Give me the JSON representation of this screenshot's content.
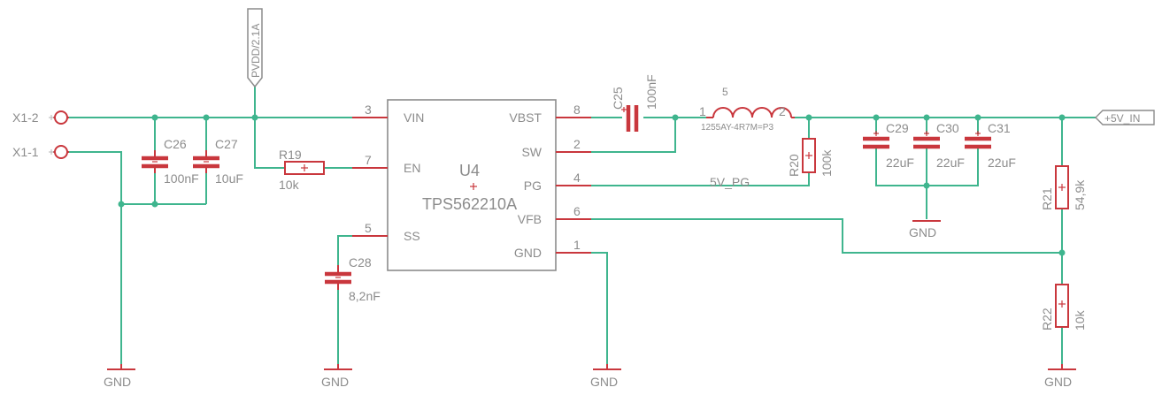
{
  "connector": {
    "pin2": "X1-2",
    "pin1": "X1-1"
  },
  "supply_label": "PVDD/2.1A",
  "output_label": "+5V_IN",
  "gnd_label": "GND",
  "ic": {
    "name": "U4",
    "value": "TPS562210A",
    "pins": [
      {
        "num": "3",
        "name": "VIN"
      },
      {
        "num": "7",
        "name": "EN"
      },
      {
        "num": "5",
        "name": "SS"
      },
      {
        "num": "8",
        "name": "VBST"
      },
      {
        "num": "2",
        "name": "SW"
      },
      {
        "num": "4",
        "name": "PG"
      },
      {
        "num": "6",
        "name": "VFB"
      },
      {
        "num": "1",
        "name": "GND"
      }
    ]
  },
  "components": {
    "C26": {
      "name": "C26",
      "value": "100nF"
    },
    "C27": {
      "name": "C27",
      "value": "10uF"
    },
    "R19": {
      "name": "R19",
      "value": "10k"
    },
    "C28": {
      "name": "C28",
      "value": "8,2nF"
    },
    "C25": {
      "name": "C25",
      "value": "100nF"
    },
    "L5": {
      "name": "5",
      "value": "1255AY-4R7M=P3",
      "pin1": "1",
      "pin2": "2"
    },
    "R20": {
      "name": "R20",
      "value": "100k"
    },
    "C29": {
      "name": "C29",
      "value": "22uF"
    },
    "C30": {
      "name": "C30",
      "value": "22uF"
    },
    "C31": {
      "name": "C31",
      "value": "22uF"
    },
    "R21": {
      "name": "R21",
      "value": "54,9k"
    },
    "R22": {
      "name": "R22",
      "value": "10k"
    }
  },
  "net_labels": {
    "pg": "5V_PG"
  },
  "colors": {
    "wire": "#3fb58e",
    "component": "#c9373d",
    "text": "#8c8c8c"
  }
}
